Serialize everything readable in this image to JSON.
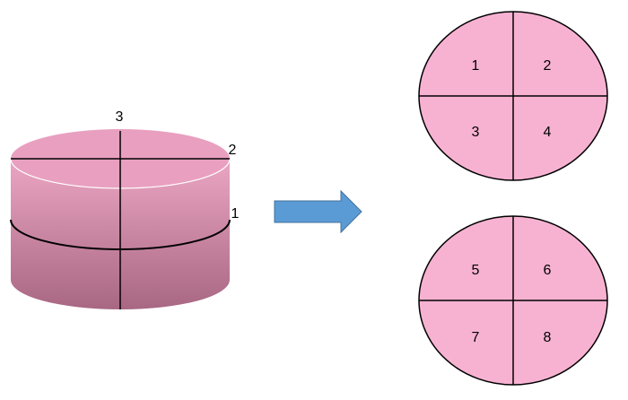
{
  "colors": {
    "cylinder_top": "#e9a0c0",
    "cylinder_side_top": "#eba6c3",
    "cylinder_side_bottom": "#a86783",
    "disk_fill": "#f7b2d2",
    "arrow_fill": "#5b9bd5",
    "arrow_stroke": "#41719c",
    "line": "#000000"
  },
  "cylinder": {
    "cut_labels": [
      "1",
      "2",
      "3"
    ]
  },
  "top_disk": {
    "quadrant_labels": [
      "1",
      "2",
      "3",
      "4"
    ]
  },
  "bottom_disk": {
    "quadrant_labels": [
      "5",
      "6",
      "7",
      "8"
    ]
  },
  "arrow": {
    "direction": "right"
  }
}
